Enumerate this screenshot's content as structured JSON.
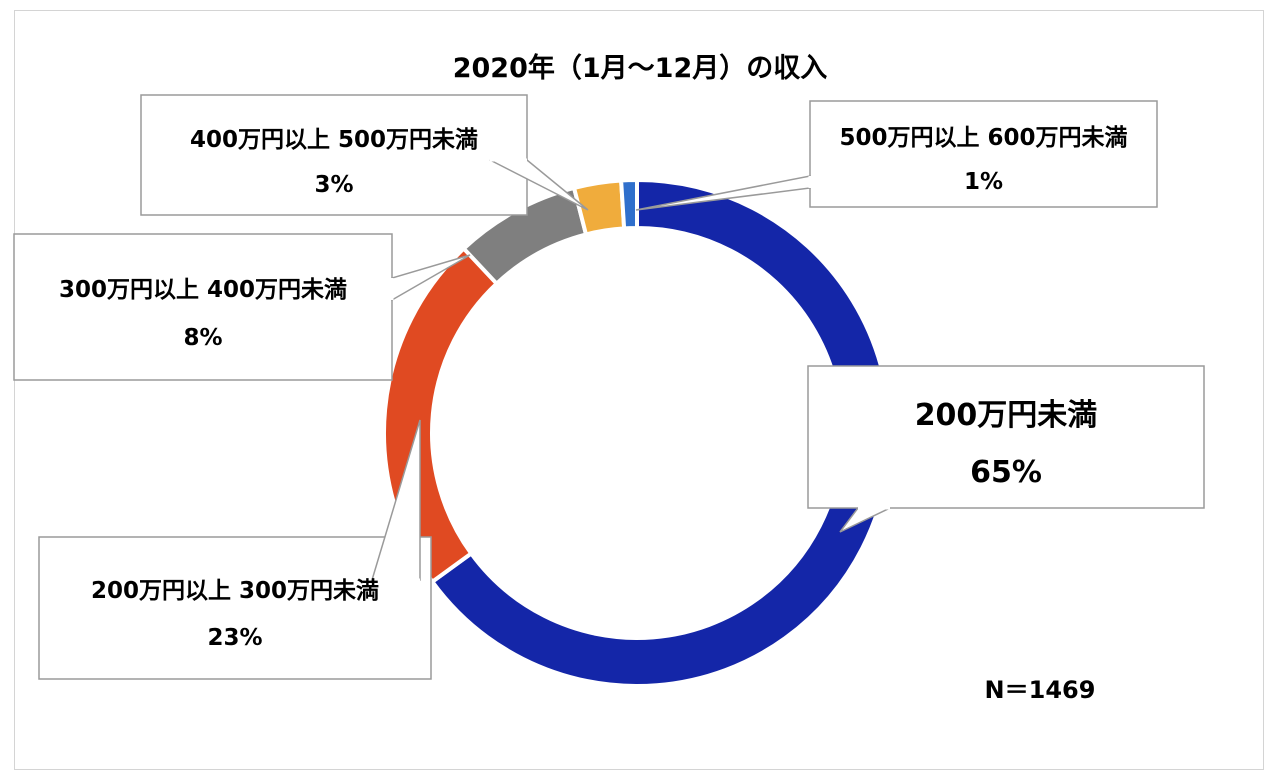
{
  "chart_data": {
    "type": "pie",
    "variant": "donut",
    "title": "2020年（1月～12月）の収入",
    "note": "N＝1469",
    "categories": [
      "200万円未満",
      "200万円以上 300万円未満",
      "300万円以上 400万円未満",
      "400万円以上 500万円未満",
      "500万円以上 600万円未満"
    ],
    "values": [
      65,
      23,
      8,
      3,
      1
    ],
    "value_labels": [
      "65%",
      "23%",
      "8%",
      "3%",
      "1%"
    ],
    "colors": [
      "#1426a8",
      "#e04a22",
      "#7f7f7f",
      "#f0ac3c",
      "#2f6fcc"
    ],
    "start": "top",
    "direction": "clockwise",
    "legend": "none"
  }
}
